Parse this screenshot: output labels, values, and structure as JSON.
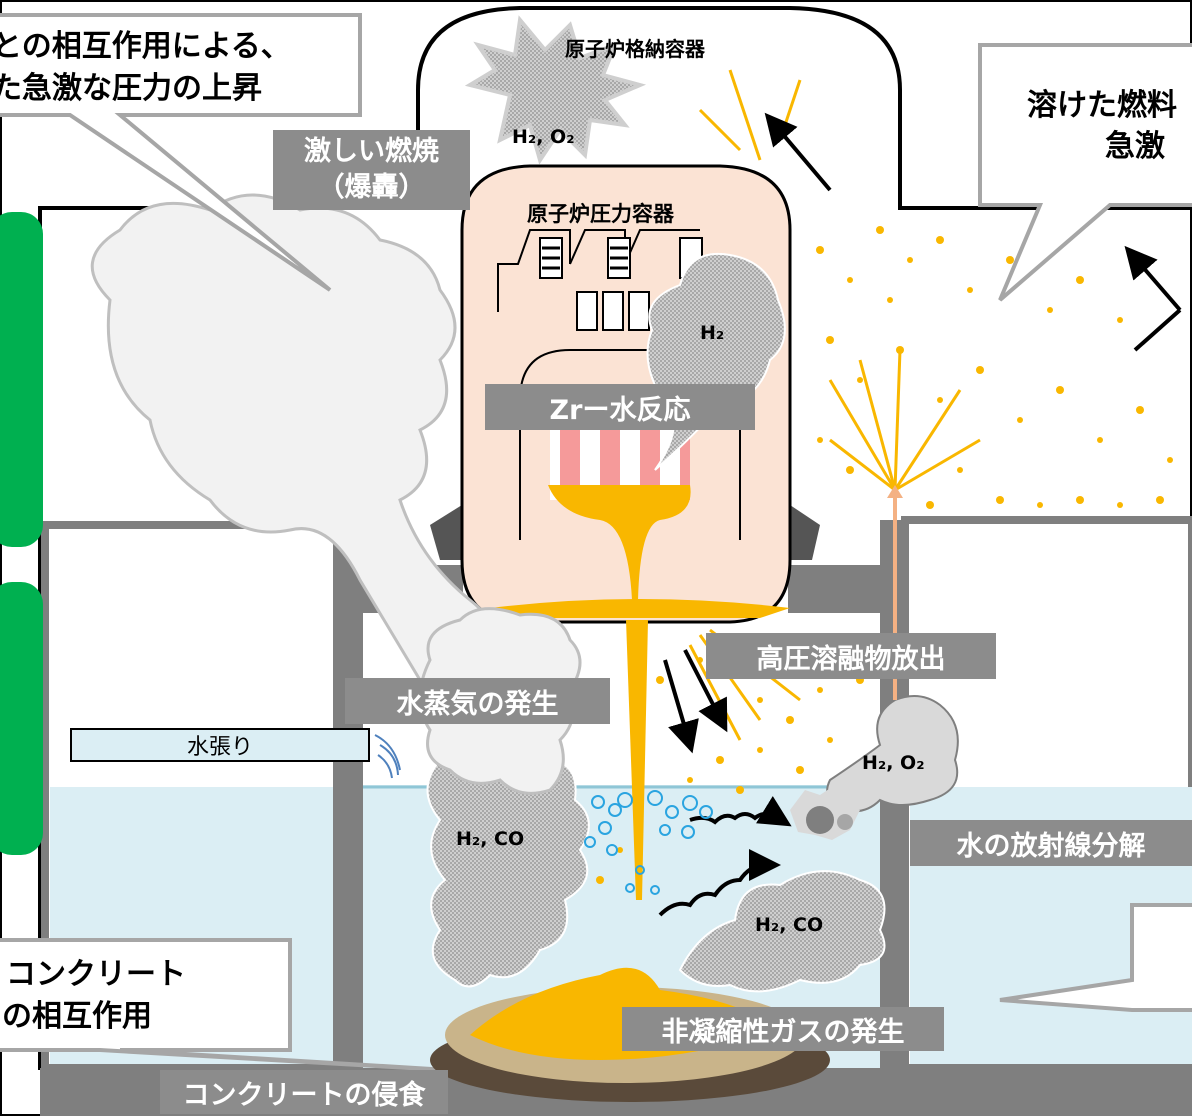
{
  "labels": {
    "containment": "原子炉格納容器",
    "pressure_vessel": "原子炉圧力容器",
    "violent_combustion_line1": "激しい燃焼",
    "violent_combustion_line2": "（爆轟）",
    "zr_water": "Zrー水反応",
    "high_pressure_melt": "高圧溶融物放出",
    "steam_generation": "水蒸気の発生",
    "water_filling": "水張り",
    "radiolysis": "水の放射線分解",
    "noncondensable_gas": "非凝縮性ガスの発生",
    "concrete_erosion": "コンクリートの侵食"
  },
  "callouts": {
    "top_left_line1": "との相互作用による、",
    "top_left_line2": "た急激な圧力の上昇",
    "top_right_line1": "溶けた燃料",
    "top_right_line2": "急激",
    "bottom_left_line1": "コンクリート",
    "bottom_left_line2": "の相互作用"
  },
  "gases": {
    "top_burst": "H₂, O₂",
    "vessel_cloud": "H₂",
    "left_cloud": "H₂, CO",
    "right_cloud": "H₂, CO",
    "radiolysis_cloud": "H₂, O₂"
  },
  "colors": {
    "water": "#dbeef4",
    "vessel": "#fbe3d4",
    "melt": "#f9b700",
    "label_bg": "#8c8c8c",
    "accent_green": "#00b050",
    "bubble": "#2aa4e0",
    "fuel_stripe": "#f59a9a",
    "wall": "#7f7f7f"
  }
}
